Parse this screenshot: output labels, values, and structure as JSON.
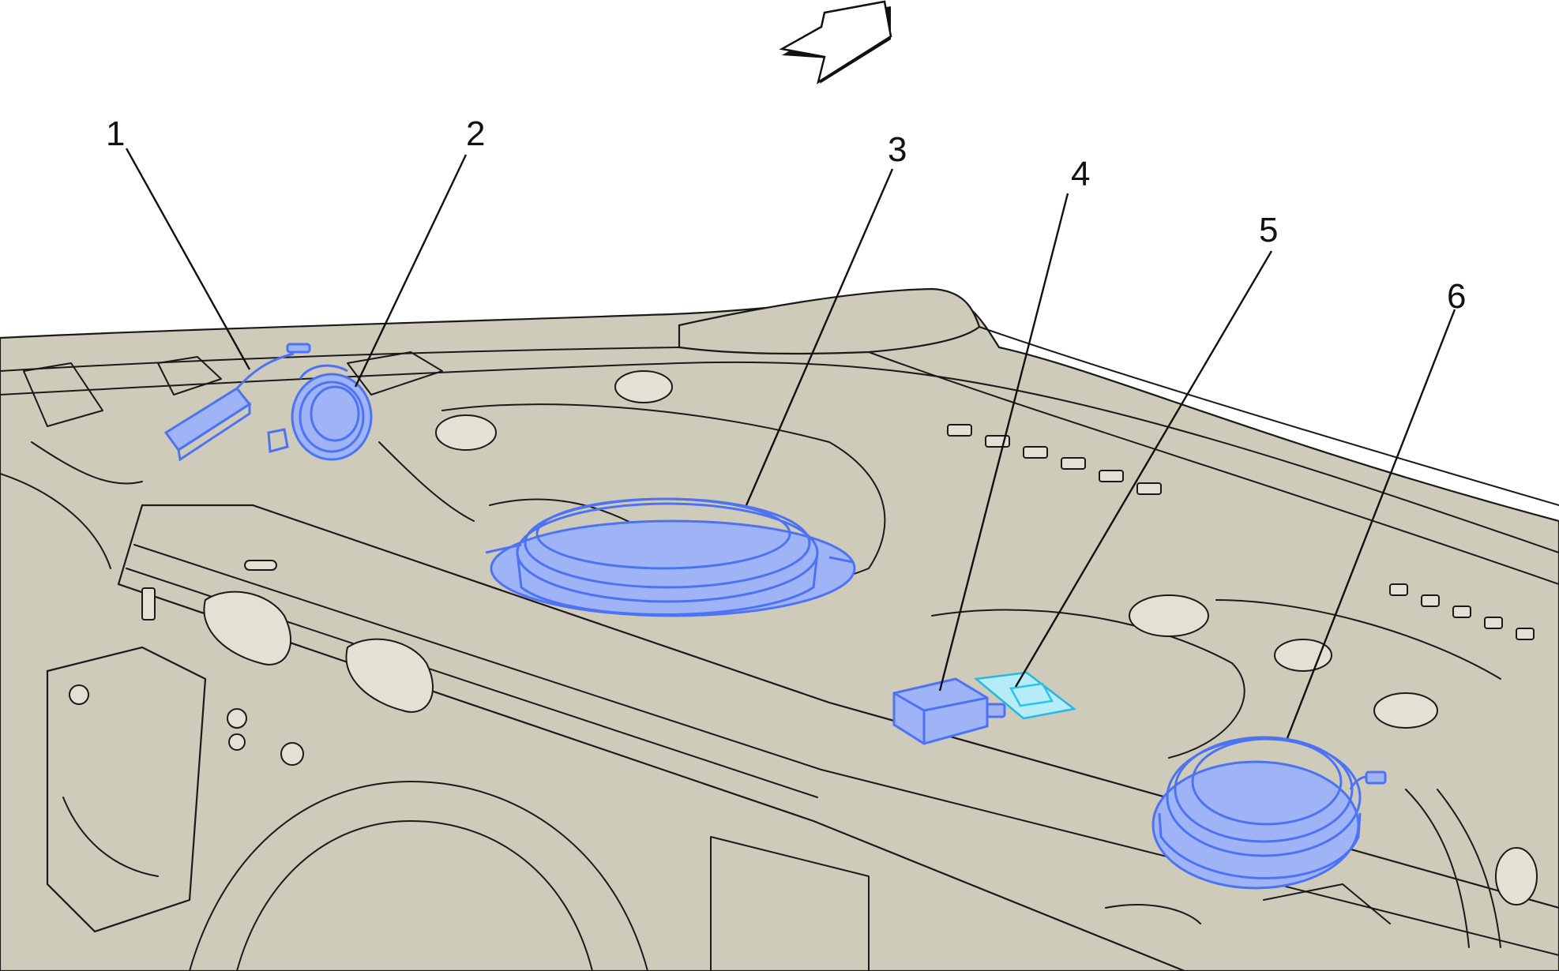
{
  "diagram": {
    "direction_arrow": {
      "icon": "forward-arrow-icon"
    },
    "callouts": [
      {
        "label": "1"
      },
      {
        "label": "2"
      },
      {
        "label": "3"
      },
      {
        "label": "4"
      },
      {
        "label": "5"
      },
      {
        "label": "6"
      }
    ],
    "colors": {
      "body_panel": "#cfcbbb",
      "highlight_blue": "#4d73f2",
      "highlight_cyan": "#29c6e8",
      "line": "#1a1a1a",
      "background": "#ffffff"
    }
  }
}
